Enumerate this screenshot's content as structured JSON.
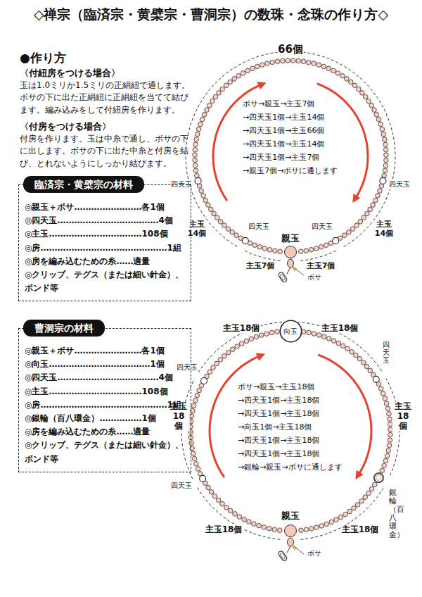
{
  "diagram": {
    "title": "◇禅宗（臨済宗・黄檗宗・曹洞宗）の数珠・念珠の作り方◇",
    "nodes": [
      {
        "text": [
          "◎親玉＋ボサ……………………各1個",
          "◎四天玉………………………………4個",
          "◎主玉……………………………108個",
          "◎房………………………………………1組",
          "◎房を編み込むための糸……適量",
          "◎クリップ、テグス（または細い針金）、ボンド等"
        ]
      },
      {
        "text": [
          "臨済宗・黄檗宗の材料"
        ],
        "in": 0
      },
      {
        "text": [
          "◎親玉＋ボサ……………………各1個",
          "◎向玉………………………………1個",
          "◎四天玉………………………………4個",
          "◎主玉……………………………108個",
          "◎房………………………………………1組",
          "◎銀輪（百八環金）……………1個",
          "◎房を編み込むための糸……適量",
          "◎クリップ、テグス（または細い針金）、ボンド等"
        ]
      },
      {
        "text": [
          "曹洞宗の材料"
        ],
        "in": 2
      },
      {
        "text": [
          "向玉"
        ]
      }
    ],
    "labels": [
      "●作り方",
      "〈付紐房をつける場合〉",
      "玉は1.0ミリか1.5ミリの正絹紐で通します。ボサの下に出た正絹紐に正絹紐を当てて結びます。編み込みをして付紐房を作ります。",
      "〈付房をつける場合〉",
      "付房を作ります。玉は中糸で通し、ボサの下に出します。ボサの下に出た中糸と付房を結び、とれないようにしっかり結びます。",
      "66個",
      "四天玉",
      "四天玉",
      "主玉 14個",
      "主玉 14個",
      "四天玉",
      "四天玉",
      "親玉",
      "主玉7個",
      "主玉7個",
      "ボサ",
      "ボサ→親玉→主玉7個",
      "→四天玉1個→主玉14個",
      "→四天玉1個→主玉66個",
      "→四天玉1個→主玉14個",
      "→四天玉1個→主玉7個",
      "→親玉7個→ボサに通します",
      "主玉18個",
      "主玉18個",
      "四天玉",
      "四天玉",
      "主玉 18 個",
      "主玉 18 個",
      "四天玉",
      "銀輪（百八環金）",
      "親玉",
      "主玉18個",
      "主玉18個",
      "ボサ",
      "ボサ→親玉→主玉18個",
      "→四天玉1個→主玉18個",
      "→四天玉1個→主玉18個",
      "→向玉1個→主玉18個",
      "→四天玉1個→主玉18個",
      "→四天玉1個→主玉18個",
      "→銀輪→親玉→ボサに通します"
    ]
  }
}
